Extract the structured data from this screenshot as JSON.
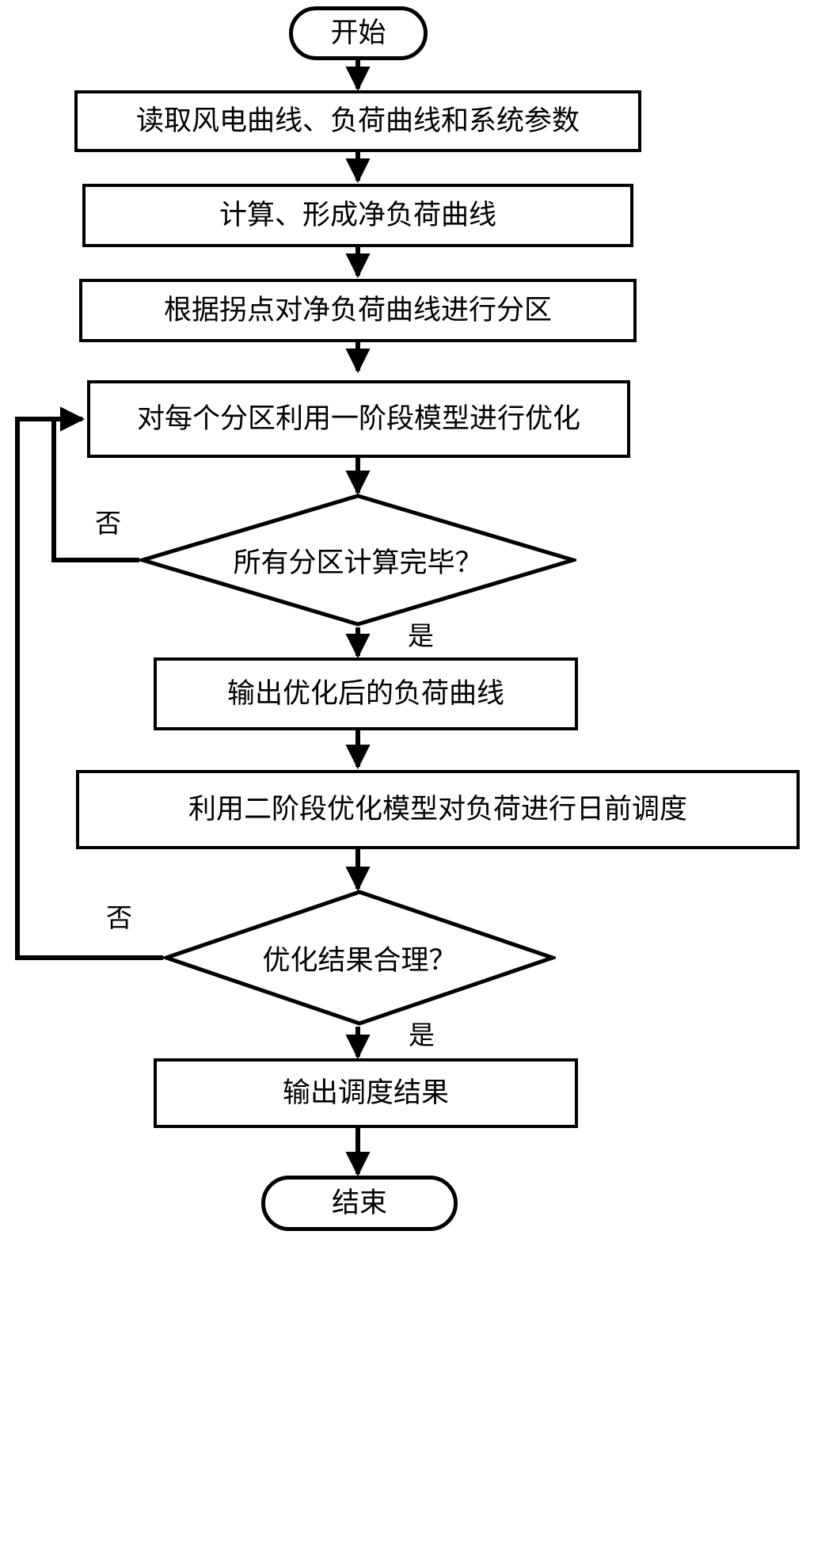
{
  "diagram": {
    "type": "flowchart",
    "language": "zh-CN",
    "orientation": "top-to-bottom",
    "line_color": "#000000",
    "fill_color": "#ffffff",
    "nodes": {
      "start": {
        "label": "开始",
        "shape": "terminal"
      },
      "read_inputs": {
        "label": "读取风电曲线、负荷曲线和系统参数",
        "shape": "process"
      },
      "net_load": {
        "label": "计算、形成净负荷曲线",
        "shape": "process"
      },
      "partition": {
        "label": "根据拐点对净负荷曲线进行分区",
        "shape": "process"
      },
      "stage1_opt": {
        "label": "对每个分区利用一阶段模型进行优化",
        "shape": "process"
      },
      "all_partitions_done": {
        "label": "所有分区计算完毕？",
        "shape": "decision"
      },
      "output_curve": {
        "label": "输出优化后的负荷曲线",
        "shape": "process"
      },
      "stage2_opt": {
        "label": "利用二阶段优化模型对负荷进行日前调度",
        "shape": "process"
      },
      "result_reasonable": {
        "label": "优化结果合理？",
        "shape": "decision"
      },
      "output_schedule": {
        "label": "输出调度结果",
        "shape": "process"
      },
      "end": {
        "label": "结束",
        "shape": "terminal"
      }
    },
    "edge_labels": {
      "d1_no": "否",
      "d1_yes": "是",
      "d2_no": "否",
      "d2_yes": "是"
    }
  }
}
